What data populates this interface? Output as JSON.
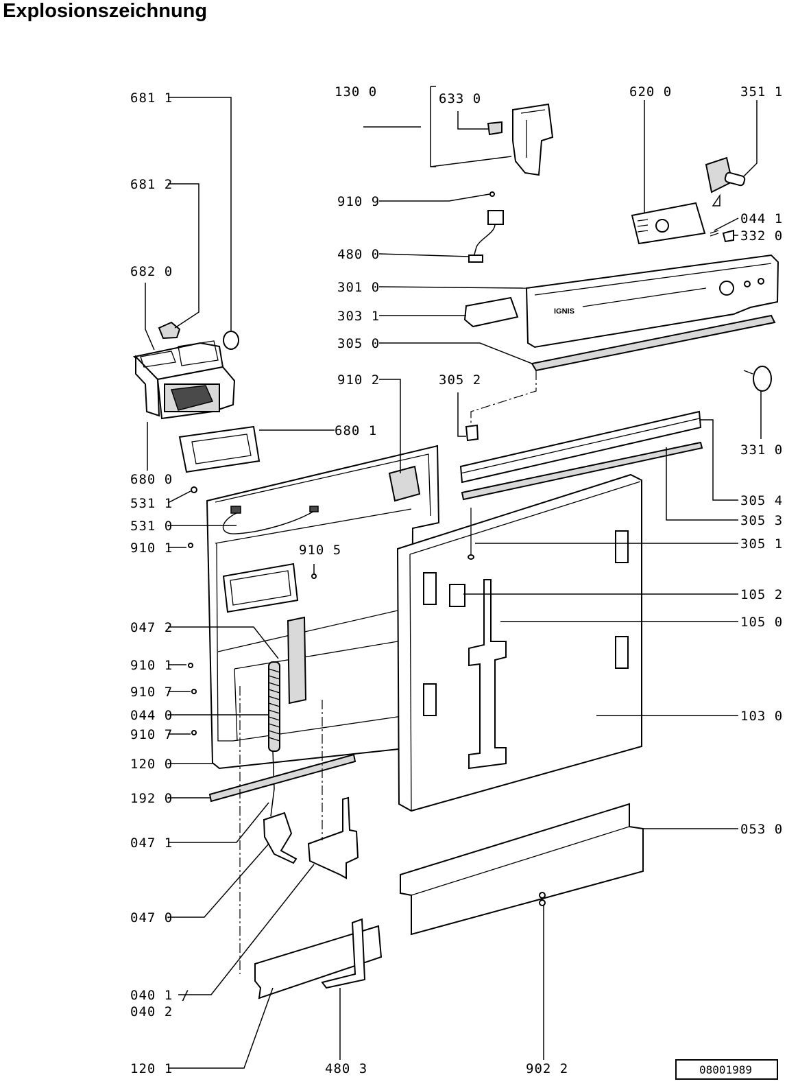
{
  "title": "Explosionszeichnung",
  "reference_number": "08001989",
  "panel_logo": "IGNIS",
  "labels": {
    "l6811": "681 1",
    "l6812": "681 2",
    "l6820": "682 0",
    "l6800": "680 0",
    "l6801": "680 1",
    "l5311": "531 1",
    "l5310": "531 0",
    "l9101a": "910 1",
    "l0472": "047 2",
    "l9101b": "910 1",
    "l9107a": "910 7",
    "l0440": "044 0",
    "l9107b": "910 7",
    "l1200": "120 0",
    "l1920": "192 0",
    "l0471": "047 1",
    "l0470": "047 0",
    "l0401": "040 1 /",
    "l0402": "040 2",
    "l1201": "120 1",
    "l4803": "480 3",
    "l9022": "902 2",
    "l1300": "130 0",
    "l6330": "633 0",
    "l9109": "910 9",
    "l4800": "480 0",
    "l3010": "301 0",
    "l3031": "303 1",
    "l3050": "305 0",
    "l9102": "910 2",
    "l3052": "305 2",
    "l9105": "910 5",
    "l6200": "620 0",
    "l3511": "351 1",
    "l0441": "044 1",
    "l3320": "332 0",
    "l3310": "331 0",
    "l3054": "305 4",
    "l3053": "305 3",
    "l3051": "305 1",
    "l1052": "105 2",
    "l1050": "105 0",
    "l1030": "103 0",
    "l0530": "053 0"
  }
}
